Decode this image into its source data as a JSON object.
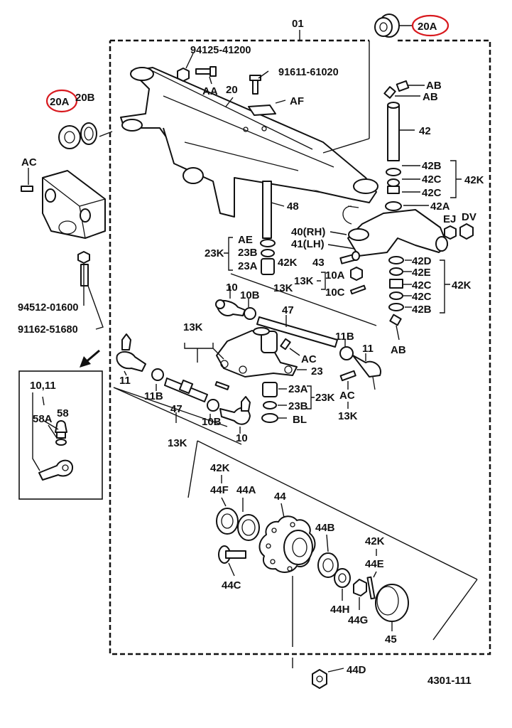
{
  "diagram_code": "4301-111",
  "parts": {
    "p01": "01",
    "p20A": "20A",
    "p20B": "20B",
    "p20": "20",
    "pAA": "AA",
    "pAF": "AF",
    "pAB": "AB",
    "pAC": "AC",
    "p42": "42",
    "p42B": "42B",
    "p42C": "42C",
    "p42A": "42A",
    "p42D": "42D",
    "p42E": "42E",
    "p42K": "42K",
    "p48": "48",
    "p40": "40(RH)",
    "p41": "41(LH)",
    "pAE": "AE",
    "p23B": "23B",
    "p23A": "23A",
    "p23K": "23K",
    "p23": "23",
    "p43": "43",
    "p10A": "10A",
    "p10B": "10B",
    "p10C": "10C",
    "p13K": "13K",
    "p10": "10",
    "p47": "47",
    "p11": "11",
    "p11B": "11B",
    "pEJ": "EJ",
    "pDV": "DV",
    "pBL": "BL",
    "p1011": "10,11",
    "p58": "58",
    "p58A": "58A",
    "p44": "44",
    "p44A": "44A",
    "p44F": "44F",
    "p44B": "44B",
    "p44C": "44C",
    "p44H": "44H",
    "p44G": "44G",
    "p44E": "44E",
    "p44D": "44D",
    "p45": "45",
    "pn94125": "94125-41200",
    "pn91611": "91611-61020",
    "pn94512": "94512-01600",
    "pn91162": "91162-51680"
  },
  "colors": {
    "highlight": "#d8191e",
    "ink": "#111111"
  },
  "icons": {
    "direction_arrow": "arrow-down-left-icon"
  }
}
